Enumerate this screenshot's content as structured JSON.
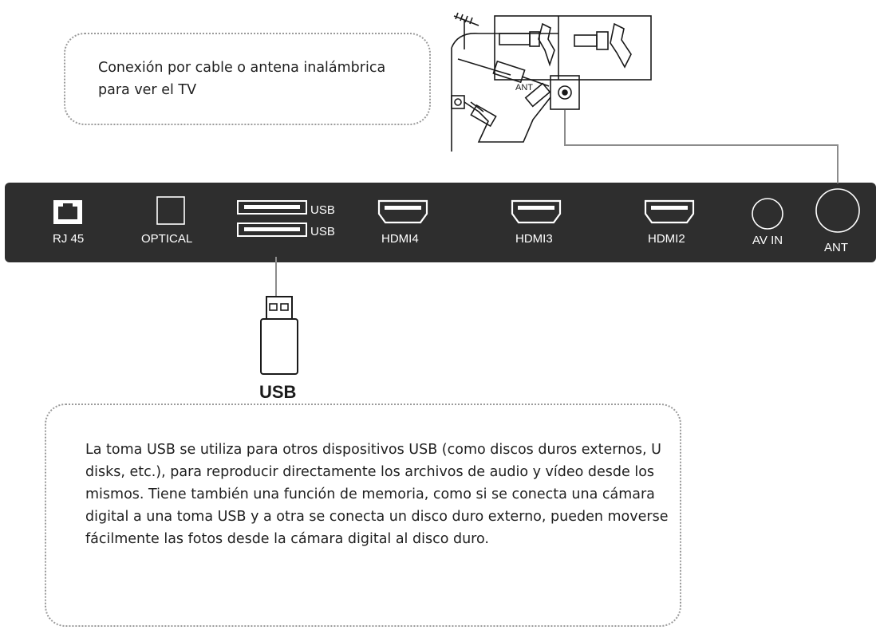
{
  "callouts": {
    "antenna_text": "Conexión por cable o antena inalámbrica para ver el TV",
    "usb_text": "La toma USB se utiliza para otros dispositivos USB (como discos duros externos, U disks, etc.), para reproducir directamente los archivos de audio y vídeo desde los mismos. Tiene también una función de memoria, como si se conecta una cámara digital a una toma USB y a otra se conecta un disco duro externo, pueden moverse fácilmente las fotos desde la cámara digital al disco duro."
  },
  "ports": {
    "rj45": "RJ 45",
    "optical": "OPTICAL",
    "usb_top": "USB",
    "usb_bottom": "USB",
    "hdmi4": "HDMI4",
    "hdmi3": "HDMI3",
    "hdmi2": "HDMI2",
    "av_in": "AV IN",
    "ant": "ANT"
  },
  "antenna_diagram": {
    "ant_label": "ANT"
  },
  "usb_device_label": "USB",
  "colors": {
    "panel": "#2e2e2e",
    "port_outline": "#ffffff",
    "callout_border": "#9a9a9a",
    "leader_line": "#8c8c8c"
  }
}
